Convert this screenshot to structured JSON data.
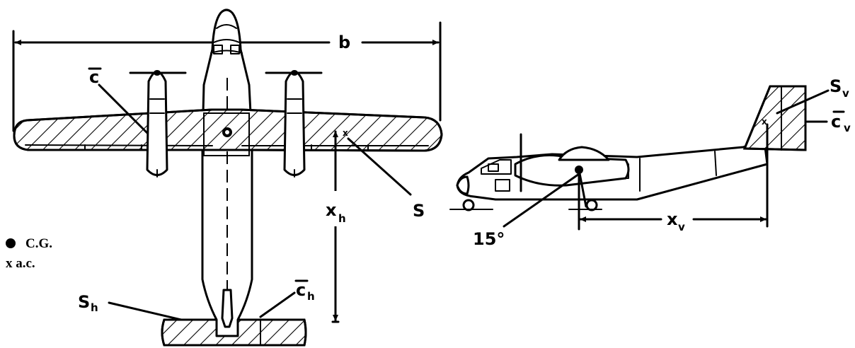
{
  "labels": {
    "span": "b",
    "wing_chord": "c",
    "wing_area": "S",
    "tail_arm": "x",
    "tail_arm_sub": "h",
    "htail_area": "S",
    "htail_area_sub": "h",
    "htail_chord": "c",
    "htail_chord_sub": "h",
    "vtail_area": "S",
    "vtail_area_sub": "v",
    "vtail_chord": "c",
    "vtail_chord_sub": "v",
    "vtail_arm": "x",
    "vtail_arm_sub": "v",
    "angle": "15°"
  },
  "legend": [
    {
      "symbol": "dot",
      "text": "C.G."
    },
    {
      "symbol": "x",
      "text": "x  a.c."
    }
  ]
}
